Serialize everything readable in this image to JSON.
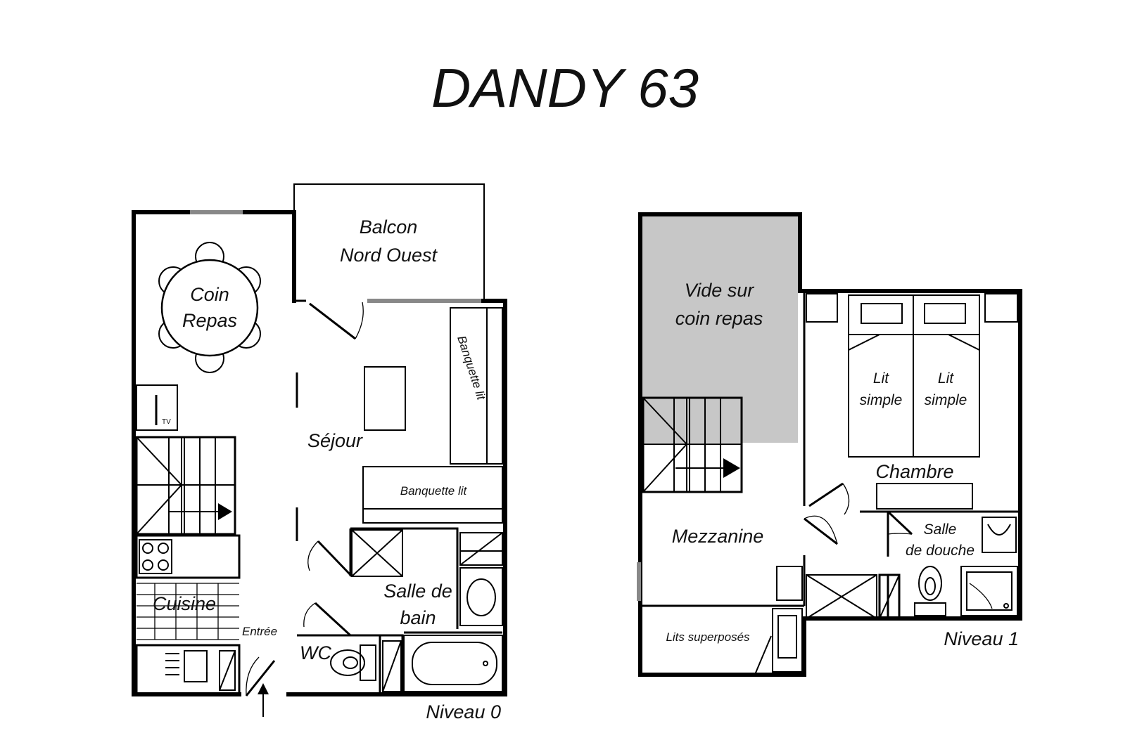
{
  "title": "DANDY 63",
  "level0": {
    "level_label": "Niveau 0",
    "rooms": {
      "coin_repas": [
        "Coin",
        "Repas"
      ],
      "balcon": [
        "Balcon",
        "Nord Ouest"
      ],
      "sejour": "Séjour",
      "banquette_vertical": "Banquette lit",
      "banquette_horizontal": "Banquette lit",
      "tv": "TV",
      "cuisine": "Cuisine",
      "entree": "Entrée",
      "salle_de_bain": [
        "Salle de",
        "bain"
      ],
      "wc": "WC"
    }
  },
  "level1": {
    "level_label": "Niveau 1",
    "rooms": {
      "vide": [
        "Vide sur",
        "coin repas"
      ],
      "lit_1": [
        "Lit",
        "simple"
      ],
      "lit_2": [
        "Lit",
        "simple"
      ],
      "chambre": "Chambre",
      "mezzanine": "Mezzanine",
      "salle_douche": [
        "Salle",
        "de douche"
      ],
      "lits_superposes": "Lits superposés"
    }
  },
  "colors": {
    "walls": "#000000",
    "void_fill": "#c7c7c7",
    "background": "#ffffff"
  }
}
